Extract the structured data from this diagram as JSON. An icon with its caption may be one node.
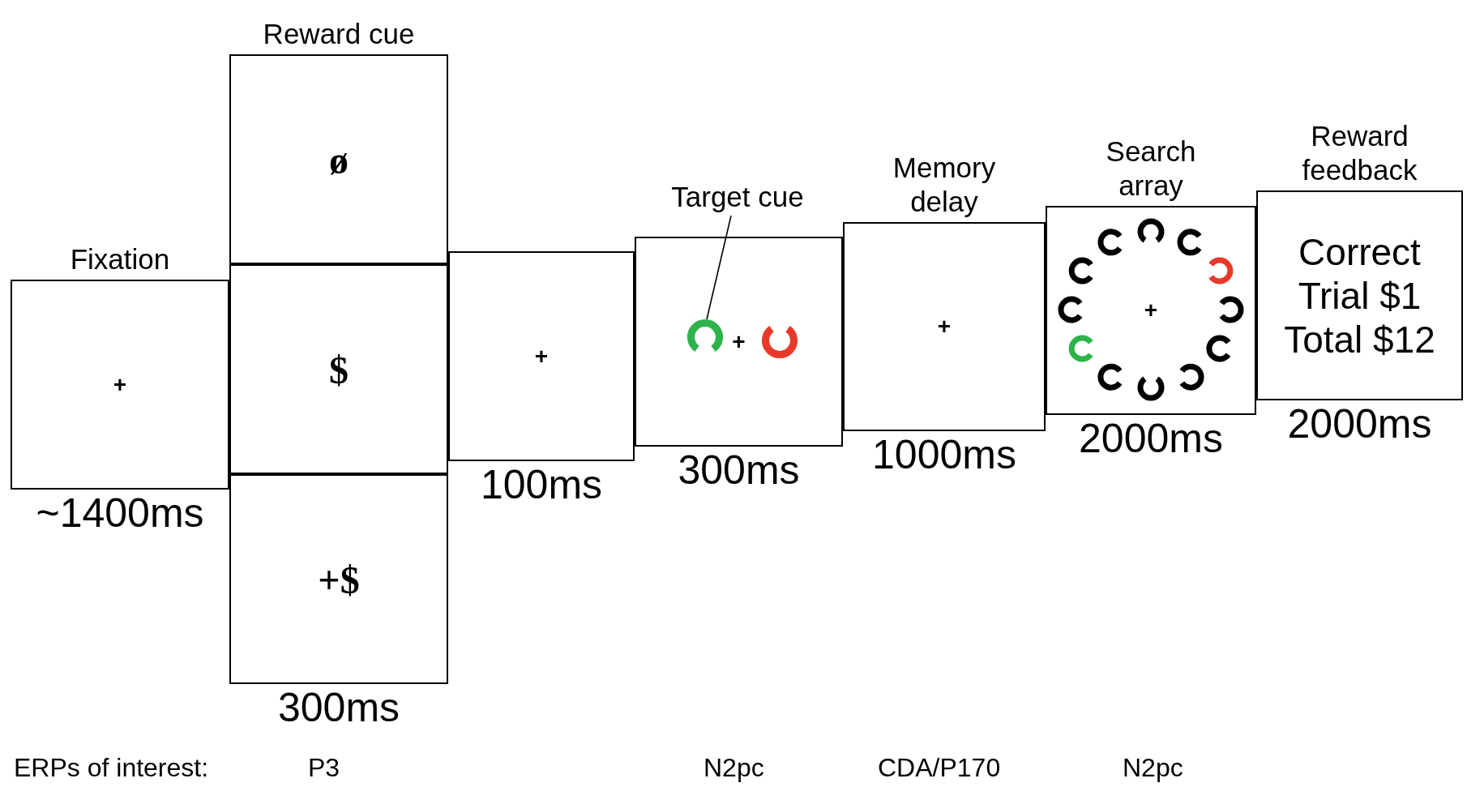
{
  "diagram": {
    "nodes": [
      {
        "text": [
          "Fixation",
          "+"
        ],
        "beside": [
          "~1400ms"
        ]
      },
      {
        "text": [
          "Reward cue",
          "ø"
        ]
      },
      {
        "text": [
          "$"
        ]
      },
      {
        "text": [
          "+$"
        ],
        "beside": [
          "300ms"
        ]
      },
      {
        "text": [
          "+"
        ],
        "beside": [
          "100ms"
        ]
      },
      {
        "text": [
          "Target cue"
        ]
      },
      {
        "text": [
          "+"
        ],
        "beside": [
          "300ms"
        ]
      },
      {
        "text": [],
        "shape": "circle",
        "in": 6
      },
      {
        "text": [
          "Memory delay",
          "+"
        ],
        "beside": [
          "1000ms"
        ]
      },
      {
        "text": [
          "Search array",
          "+"
        ],
        "beside": [
          "2000ms"
        ]
      },
      {
        "text": [
          "Reward feedback",
          "Correct Trial $1 Total $12"
        ],
        "beside": [
          "2000ms"
        ]
      }
    ],
    "edges": [
      {
        "from": 5,
        "to": 7,
        "arrow": "none"
      }
    ],
    "labels": [
      "ERPs of interest:",
      "P3",
      "N2pc",
      "CDA/P170",
      "N2pc"
    ]
  }
}
